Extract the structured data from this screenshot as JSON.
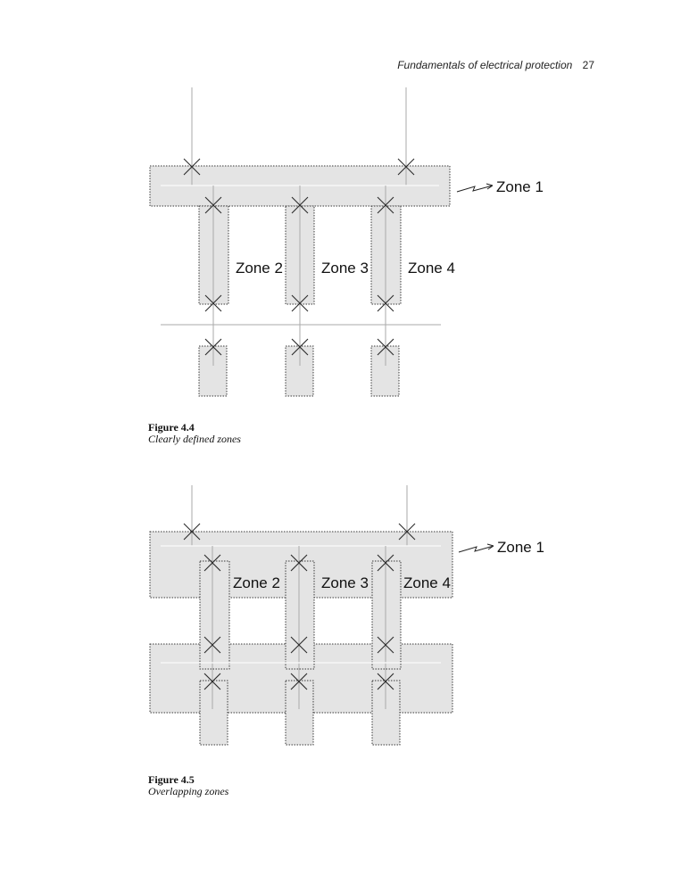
{
  "header": {
    "title": "Fundamentals of electrical protection",
    "page_number": "27"
  },
  "figure_4_4": {
    "labels": {
      "zone1": "Zone 1",
      "zone2": "Zone 2",
      "zone3": "Zone 3",
      "zone4": "Zone 4"
    },
    "caption_number": "Figure 4.4",
    "caption_text": "Clearly defined zones"
  },
  "figure_4_5": {
    "labels": {
      "zone1": "Zone 1",
      "zone2": "Zone 2",
      "zone3": "Zone 3",
      "zone4": "Zone 4"
    },
    "caption_number": "Figure 4.5",
    "caption_text": "Overlapping zones"
  }
}
